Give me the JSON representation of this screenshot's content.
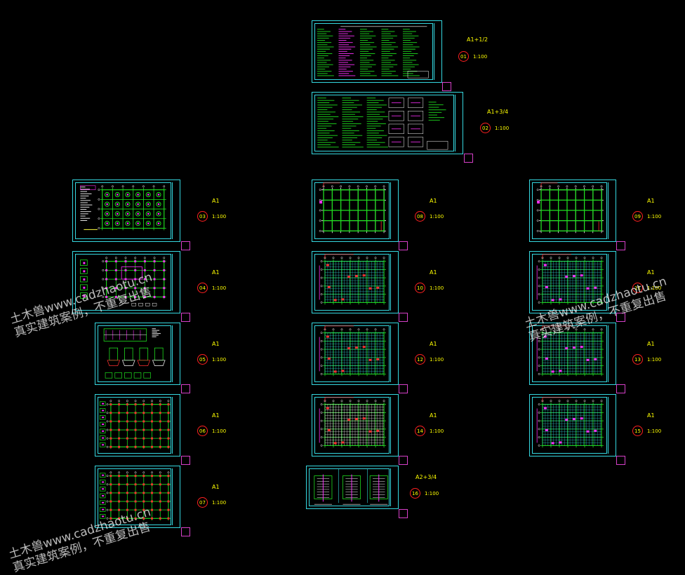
{
  "drawing": {
    "background": "#000000",
    "frame_color": "#35d8e0",
    "tab_color": "#d640c8",
    "label_color": "#ffff00",
    "circle_color": "#ff2020"
  },
  "sheets": [
    {
      "id": "sheet-01",
      "size": "A1+1/2",
      "no": "01",
      "scale": "1:100",
      "kind": "text"
    },
    {
      "id": "sheet-02",
      "size": "A1+3/4",
      "no": "02",
      "scale": "1:100",
      "kind": "text2"
    },
    {
      "id": "sheet-03",
      "size": "A1",
      "no": "03",
      "scale": "1:100",
      "kind": "piles"
    },
    {
      "id": "sheet-04",
      "size": "A1",
      "no": "04",
      "scale": "1:100",
      "kind": "columns"
    },
    {
      "id": "sheet-05",
      "size": "A1",
      "no": "05",
      "scale": "1:100",
      "kind": "details"
    },
    {
      "id": "sheet-06",
      "size": "A1",
      "no": "06",
      "scale": "1:100",
      "kind": "colplan"
    },
    {
      "id": "sheet-07",
      "size": "A1",
      "no": "07",
      "scale": "1:100",
      "kind": "colplan"
    },
    {
      "id": "sheet-08",
      "size": "A1",
      "no": "08",
      "scale": "1:100",
      "kind": "beams"
    },
    {
      "id": "sheet-09",
      "size": "A1",
      "no": "09",
      "scale": "1:100",
      "kind": "beams"
    },
    {
      "id": "sheet-10",
      "size": "A1",
      "no": "10",
      "scale": "1:100",
      "kind": "slab"
    },
    {
      "id": "sheet-11",
      "size": "A1",
      "no": "11",
      "scale": "1:100",
      "kind": "slab2"
    },
    {
      "id": "sheet-12",
      "size": "A1",
      "no": "12",
      "scale": "1:100",
      "kind": "slab"
    },
    {
      "id": "sheet-13",
      "size": "A1",
      "no": "13",
      "scale": "1:100",
      "kind": "slab2"
    },
    {
      "id": "sheet-14",
      "size": "A1",
      "no": "14",
      "scale": "1:100",
      "kind": "roof"
    },
    {
      "id": "sheet-15",
      "size": "A1",
      "no": "15",
      "scale": "1:100",
      "kind": "slab2"
    },
    {
      "id": "sheet-16",
      "size": "A2+3/4",
      "no": "16",
      "scale": "1:100",
      "kind": "stairs"
    }
  ],
  "watermarks": [
    {
      "line1": "土木兽www.cadzhaotu.cn",
      "line2": "真实建筑案例，不重复出售"
    },
    {
      "line1": "土木兽www.cadzhaotu.cn",
      "line2": "真实建筑案例，不重复出售"
    },
    {
      "line1": "土木兽www.cadzhaotu.cn",
      "line2": "真实建筑案例，不重复出售"
    }
  ]
}
